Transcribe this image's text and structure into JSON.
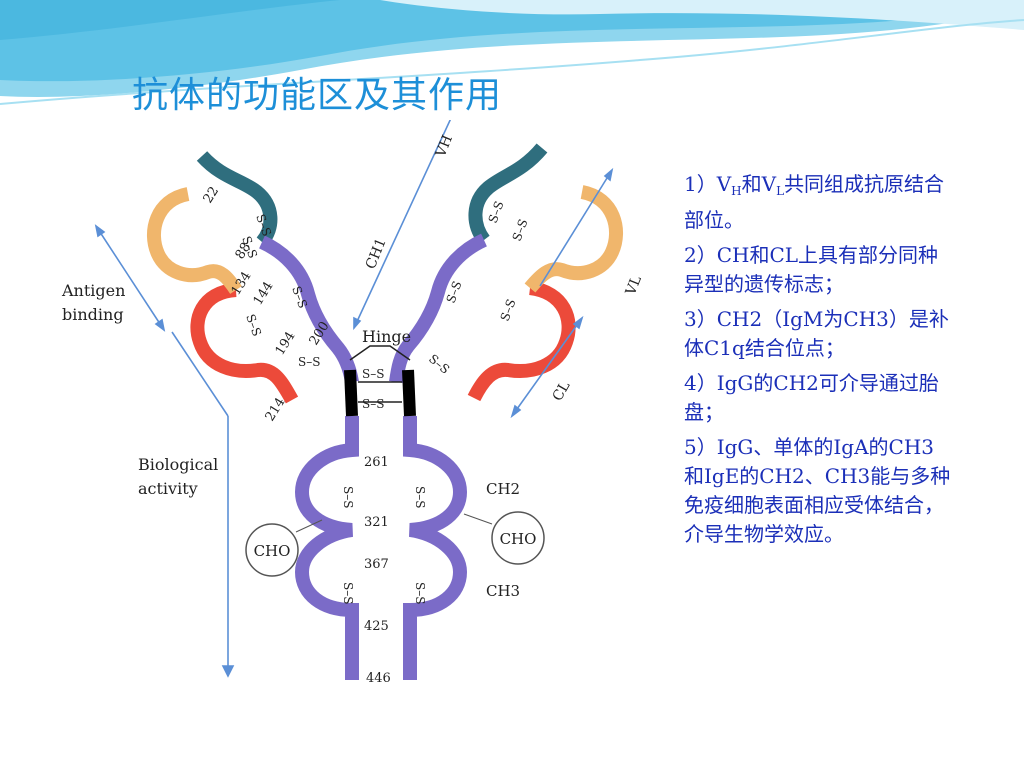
{
  "title": "抗体的功能区及其作用",
  "diagram": {
    "labels": {
      "antigen_binding": [
        "Antigen",
        "binding"
      ],
      "biological_activity": [
        "Biological",
        "activity"
      ],
      "hinge": "Hinge",
      "vh": "VH",
      "vl": "VL",
      "ch1": "CH1",
      "cl": "CL",
      "ch2": "CH2",
      "ch3": "CH3",
      "cho": "CHO",
      "disulfide": "S–S"
    },
    "residue_numbers": {
      "n22": "22",
      "n88": "88",
      "n134": "134",
      "n144": "144",
      "n194": "194",
      "n200": "200",
      "n214": "214",
      "n261": "261",
      "n321": "321",
      "n367": "367",
      "n425": "425",
      "n446": "446"
    },
    "colors": {
      "heavy_variable": "#2f6e7e",
      "heavy_constant": "#7b6bc8",
      "light_variable": "#f0b66c",
      "light_constant": "#ec4a3a",
      "hinge_black": "#000000",
      "arrow": "#5b8fd6"
    }
  },
  "notes": {
    "n1": {
      "prefix": "1）V",
      "sub_h": "H",
      "mid": "和V",
      "sub_l": "L",
      "suffix": "共同组成抗原结合部位。"
    },
    "n2": "2）CH和CL上具有部分同种异型的遗传标志；",
    "n3": "3）CH2（IgM为CH3）是补体C1q结合位点；",
    "n4": "4）IgG的CH2可介导通过胎盘；",
    "n5": "5）IgG、单体的IgA的CH3和IgE的CH2、CH3能与多种免疫细胞表面相应受体结合，介导生物学效应。"
  }
}
